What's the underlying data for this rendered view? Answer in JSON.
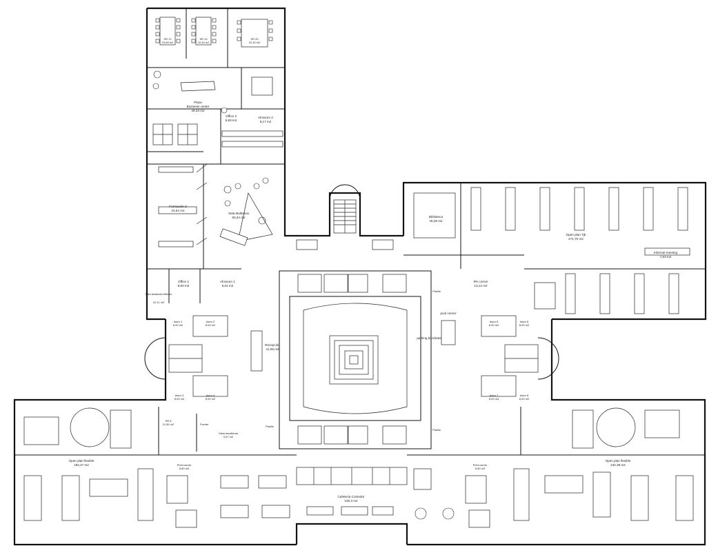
{
  "rooms": {
    "sr_left": {
      "name": "SR 12",
      "area": "23,89 m2"
    },
    "sr_mid": {
      "name": "SR 10",
      "area": "22,40 m2"
    },
    "sr_right": {
      "name": "SR 20",
      "area": "22,40 m2"
    },
    "plaza": {
      "name": "Plaza",
      "sub": "Business center",
      "area": "49,33 m2"
    },
    "office2": {
      "name": "Office 2",
      "area": "5,83 m2"
    },
    "almacen2": {
      "name": "Almacen 2",
      "area": "9,17 m2"
    },
    "formacion": {
      "name": "Formación 2",
      "area": "24,54 m2"
    },
    "sala_multiusos": {
      "name": "Sala Multiusos",
      "area": "80,34 m2"
    },
    "office1": {
      "name": "Office 1",
      "area": "8,50 m2"
    },
    "almacen1": {
      "name": "Almacen 1",
      "area": "6,04 m2"
    },
    "sala_lactancia": {
      "name": "Sala lactancia Medico",
      "area": "10,11 m2"
    },
    "biblioteca": {
      "name": "Biblioteca",
      "area": "46,28 m2"
    },
    "open_plan_top": {
      "name": "Open plan Tjb",
      "area": "271,70 m2"
    },
    "recepcion": {
      "name": "Recepción",
      "area": "41,08 m2"
    },
    "pool_corner": {
      "name": "pool corner",
      "area": ""
    },
    "parking": {
      "name": "parking bicicletas",
      "area": ""
    },
    "ipa_corner": {
      "name": "IPA corner",
      "area": "13,12 m2"
    },
    "informal_meeting": {
      "name": "Informal meeting",
      "area": "7,83 m2"
    },
    "open_plan_left": {
      "name": "Open plan flexible",
      "area": "184,47 m2"
    },
    "open_plan_right": {
      "name": "Open plan flexible",
      "area": "232,38 m2"
    },
    "cafeteria": {
      "name": "Cafetería Comedor",
      "area": "100,3 m2"
    },
    "print_left": {
      "name": "Print corner",
      "area": "5,80 m2"
    },
    "print_right": {
      "name": "Print corner",
      "area": "5,80 m2"
    },
    "sr8": {
      "name": "SR 8",
      "area": "11,59 m2"
    },
    "fuente": {
      "name": "Fuente",
      "area": ""
    },
    "vista_escalleras": {
      "name": "Vista escalleras",
      "area": "9,67 m2"
    },
    "aseo5": {
      "name": "Aseo 5",
      "area": "8,00 m2"
    },
    "aseo6": {
      "name": "Aseo 6",
      "area": "8,00 m2"
    },
    "aseo7": {
      "name": "Aseo 7",
      "area": "8,00 m2"
    },
    "aseo8": {
      "name": "Aseo 8",
      "area": "8,00 m2"
    },
    "aseo3": {
      "name": "Aseo 3",
      "area": "8,00 m2"
    },
    "aseo4": {
      "name": "Aseo 4",
      "area": "8,00 m2"
    },
    "aseo1": {
      "name": "Aseo 1",
      "area": "8,00 m2"
    },
    "aseo2": {
      "name": "Aseo 2",
      "area": "8,00 m2"
    },
    "pasillo_left": {
      "name": "Pasillo",
      "area": ""
    },
    "pasillo_right": {
      "name": "Pasillo",
      "area": ""
    },
    "pasillo_top": {
      "name": "Pasillo",
      "area": ""
    }
  }
}
